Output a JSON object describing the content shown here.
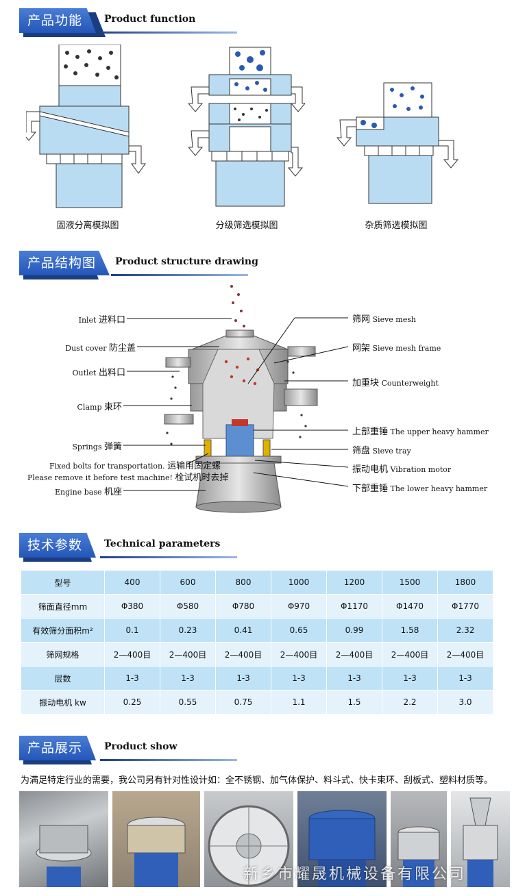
{
  "sections": {
    "function": {
      "cn": "产品功能",
      "en": "Product function"
    },
    "structure": {
      "cn": "产品结构图",
      "en": "Product structure drawing"
    },
    "params": {
      "cn": "技术参数",
      "en": "Technical parameters"
    },
    "show": {
      "cn": "产品展示",
      "en": "Product show"
    }
  },
  "function_captions": [
    "固液分离模拟图",
    "分级筛选模拟图",
    "杂质筛选模拟图"
  ],
  "structure_labels": {
    "left": [
      {
        "en": "Inlet",
        "cn": "进料口"
      },
      {
        "en": "Dust cover",
        "cn": "防尘盖"
      },
      {
        "en": "Outlet",
        "cn": "出料口"
      },
      {
        "en": "Clamp",
        "cn": "束环"
      },
      {
        "en": "Springs",
        "cn": "弹簧"
      },
      {
        "en": "Fixed bolts for transportation.",
        "cn": "运输用固定螺"
      },
      {
        "en": "Please remove it before test machine!",
        "cn": "栓试机时去掉"
      },
      {
        "en": "Engine base",
        "cn": "机座"
      }
    ],
    "right": [
      {
        "cn": "筛网",
        "en": "Sieve mesh"
      },
      {
        "cn": "网架",
        "en": "Sieve mesh frame"
      },
      {
        "cn": "加重块",
        "en": "Counterweight"
      },
      {
        "cn": "上部重锤",
        "en": "The upper heavy hammer"
      },
      {
        "cn": "筛盘",
        "en": "Sieve tray"
      },
      {
        "cn": "振动电机",
        "en": "Vibration motor"
      },
      {
        "cn": "下部重锤",
        "en": "The lower heavy hammer"
      }
    ]
  },
  "params_table": [
    [
      "型号",
      "400",
      "600",
      "800",
      "1000",
      "1200",
      "1500",
      "1800"
    ],
    [
      "筛面直径mm",
      "Φ380",
      "Φ580",
      "Φ780",
      "Φ970",
      "Φ1170",
      "Φ1470",
      "Φ1770"
    ],
    [
      "有效筛分面积m²",
      "0.1",
      "0.23",
      "0.41",
      "0.65",
      "0.99",
      "1.58",
      "2.32"
    ],
    [
      "筛网规格",
      "2—400目",
      "2—400目",
      "2—400目",
      "2—400目",
      "2—400目",
      "2—400目",
      "2—400目"
    ],
    [
      "层数",
      "1-3",
      "1-3",
      "1-3",
      "1-3",
      "1-3",
      "1-3",
      "1-3"
    ],
    [
      "振动电机 kw",
      "0.25",
      "0.55",
      "0.75",
      "1.1",
      "1.5",
      "2.2",
      "3.0"
    ]
  ],
  "show_description": "为满足特定行业的需要，我公司另有针对性设计如：全不锈钢、加气体保护、料斗式、快卡束环、刮板式、塑料材质等。",
  "watermark": "新乡市耀晟机械设备有限公司",
  "colors": {
    "badge": "#2f63c4",
    "machine_blue": "#b9dcf2",
    "row_dark": "#bfe2f6",
    "row_light": "#e3f2fb"
  }
}
